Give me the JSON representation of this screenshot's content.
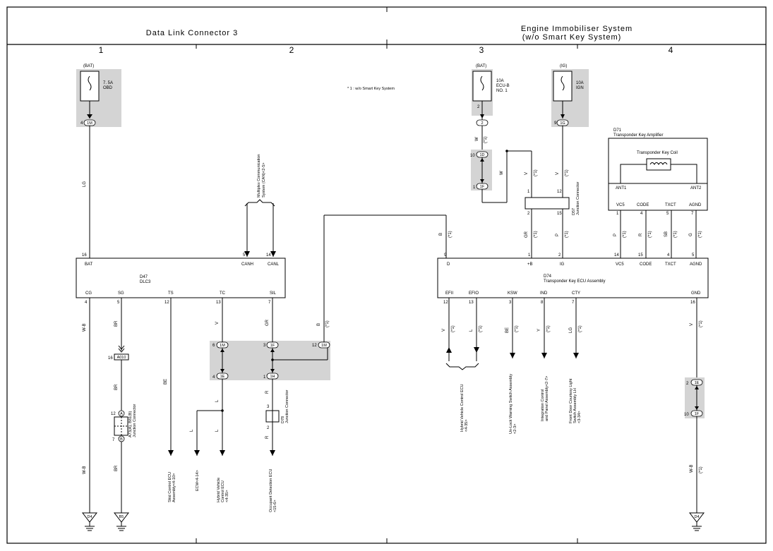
{
  "header": {
    "left_title": "Data Link Connector 3",
    "right_title_line1": "Engine Immobiliser System",
    "right_title_line2": "(w/o Smart Key System)"
  },
  "columns": [
    "1",
    "2",
    "3",
    "4"
  ],
  "note": "* 1 : w/o Smart Key System",
  "fuses": {
    "obd": {
      "source": "(BAT)",
      "rating": "7. 5A",
      "name": "OBD",
      "pin": "4",
      "conn": "1M"
    },
    "ecub": {
      "source": "(BAT)",
      "rating": "10A",
      "name": "ECU-B",
      "name2": "NO. 1",
      "pin": "2",
      "conn": "2"
    },
    "ign": {
      "source": "(IG)",
      "rating": "10A",
      "name": "IGN",
      "pin": "9",
      "conn": "1G"
    }
  },
  "mpx_ref": {
    "line1": "Multiplex Communication",
    "line2": "System (CAN)<2-5>"
  },
  "dlc3": {
    "id": "D47",
    "name": "DLC3",
    "top_pins": [
      {
        "num": "16",
        "label": "BAT"
      },
      {
        "num": "5",
        "label": "CANH"
      },
      {
        "num": "14",
        "label": "CANL"
      }
    ],
    "bottom_pins": [
      {
        "num": "4",
        "label": "CG"
      },
      {
        "num": "5",
        "label": "SG"
      },
      {
        "num": "12",
        "label": "TS"
      },
      {
        "num": "13",
        "label": "TC"
      },
      {
        "num": "7",
        "label": "SIL"
      }
    ]
  },
  "ecu": {
    "id": "D74",
    "name": "Transponder Key ECU Assembly",
    "top_pins": [
      {
        "num": "9",
        "label": "D"
      },
      {
        "num": "1",
        "label": "+B"
      },
      {
        "num": "2",
        "label": "IG"
      },
      {
        "num": "14",
        "label": "VC5"
      },
      {
        "num": "15",
        "label": "CODE"
      },
      {
        "num": "4",
        "label": "TXCT"
      },
      {
        "num": "5",
        "label": "AGND"
      }
    ],
    "bottom_pins": [
      {
        "num": "12",
        "label": "EFII"
      },
      {
        "num": "13",
        "label": "EFIO"
      },
      {
        "num": "3",
        "label": "KSW"
      },
      {
        "num": "8",
        "label": "IND"
      },
      {
        "num": "7",
        "label": "CTY"
      },
      {
        "num": "16",
        "label": "GND"
      }
    ]
  },
  "amplifier": {
    "id": "D71",
    "name": "Transponder Key Amplifier",
    "coil": "Transponder Key Coil",
    "ant1": "ANT1",
    "ant2": "ANT2",
    "pins": [
      {
        "num": "1",
        "label": "VC5"
      },
      {
        "num": "4",
        "label": "CODE"
      },
      {
        "num": "5",
        "label": "TXCT"
      },
      {
        "num": "7",
        "label": "AGND"
      }
    ]
  },
  "jc_d57": {
    "id": "D57",
    "name": "Junction Connector",
    "pins": [
      "1",
      "12",
      "2",
      "15"
    ]
  },
  "jc_a73": {
    "id": "A73(A), B81(B)",
    "name": "Junction Connector",
    "pin_a": "12",
    "conn_a": "A",
    "pin_b": "7",
    "conn_b": "B"
  },
  "jc_d78": {
    "id": "D78",
    "name": "Junction Connector",
    "pin_top": "3",
    "pin_bottom": "2"
  },
  "connector_a010": {
    "pin": "16",
    "name": "A010"
  },
  "inline_connectors": {
    "c10": {
      "pin": "10",
      "name": "1D"
    },
    "c1": {
      "pin": "1",
      "name": "1F"
    },
    "c6": {
      "pin": "6",
      "name": "1M"
    },
    "c4": {
      "pin": "4",
      "name": "1E"
    },
    "c3": {
      "pin": "3",
      "name": "1F"
    },
    "c1h": {
      "pin": "1",
      "name": "1H"
    },
    "c12": {
      "pin": "12",
      "name": "1M"
    },
    "c2e": {
      "pin": "2",
      "name": "1E"
    },
    "c10f": {
      "pin": "10",
      "name": "1F"
    }
  },
  "wire_colors": {
    "lg": "LG",
    "w": "W",
    "v": "V",
    "gr": "GR",
    "p": "P",
    "b": "B",
    "r": "R",
    "sb": "SB",
    "g": "G",
    "wb": "W-B",
    "br": "BR",
    "be": "BE",
    "l": "L",
    "y": "Y",
    "star": "(*1)"
  },
  "grounds": {
    "g1": "D4",
    "g2": "B5",
    "g3": "D4"
  },
  "refs": {
    "skid": {
      "line1": "Skid Control ECU",
      "line2": "Assembly<4-10>"
    },
    "ecm": {
      "line1": "ECM<4-14>"
    },
    "hv1": {
      "line1": "Hybrid Vehicle",
      "line2": "Control ECU",
      "line3": "<4-35>"
    },
    "ods": {
      "line1": "Occupant Detection ECU",
      "line2": "<15-6>"
    },
    "hv2": {
      "line1": "Hybrid Vehicle Control ECU",
      "line2": "<4-35>"
    },
    "unlock": {
      "line1": "Un-Lock Warning Switch Assembly",
      "line2": "<2-3>"
    },
    "integ": {
      "line1": "Integration Control",
      "line2": "and Panel Assembly<2-7>"
    },
    "door": {
      "line1": "Front Door Courtesy Light",
      "line2": "Switch Assembly LH",
      "line3": "<3-34>"
    }
  },
  "colors": {
    "shade": "#d4d4d4",
    "line": "#000000"
  }
}
